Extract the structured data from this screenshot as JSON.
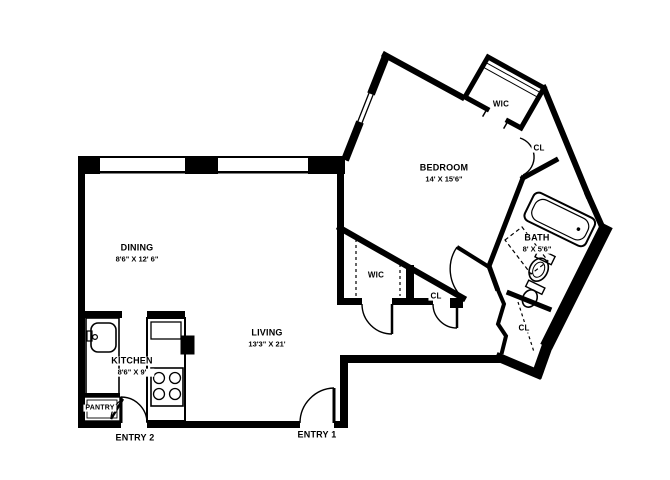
{
  "plan": {
    "type": "apartment-floor-plan",
    "colors": {
      "walls": "#000000",
      "background": "#ffffff",
      "label_text": "#000000",
      "label_bg": "#ffffff"
    },
    "rooms": {
      "dining": {
        "name": "DINING",
        "dims": "8'6\" X 12' 6\""
      },
      "kitchen": {
        "name": "KITCHEN",
        "dims": "8'6\" X 9'"
      },
      "pantry": {
        "name": "PANTRY"
      },
      "entry2": {
        "name": "ENTRY 2"
      },
      "entry1": {
        "name": "ENTRY 1"
      },
      "living": {
        "name": "LIVING",
        "dims": "13'3\" X 21'"
      },
      "bedroom": {
        "name": "BEDROOM",
        "dims": "14' X 15'6\""
      },
      "bath": {
        "name": "BATH",
        "dims": "8' X 5'6\""
      },
      "wic_bedroom": {
        "name": "WIC"
      },
      "wic_hall": {
        "name": "WIC"
      },
      "cl_bedroom": {
        "name": "CL"
      },
      "cl_hall": {
        "name": "CL"
      },
      "cl_bath": {
        "name": "CL"
      }
    },
    "fixtures": [
      "kitchen-sink",
      "stove",
      "refrigerator",
      "pantry-shelves",
      "bathtub",
      "bath-sink",
      "toilet",
      "closet-rods"
    ]
  }
}
